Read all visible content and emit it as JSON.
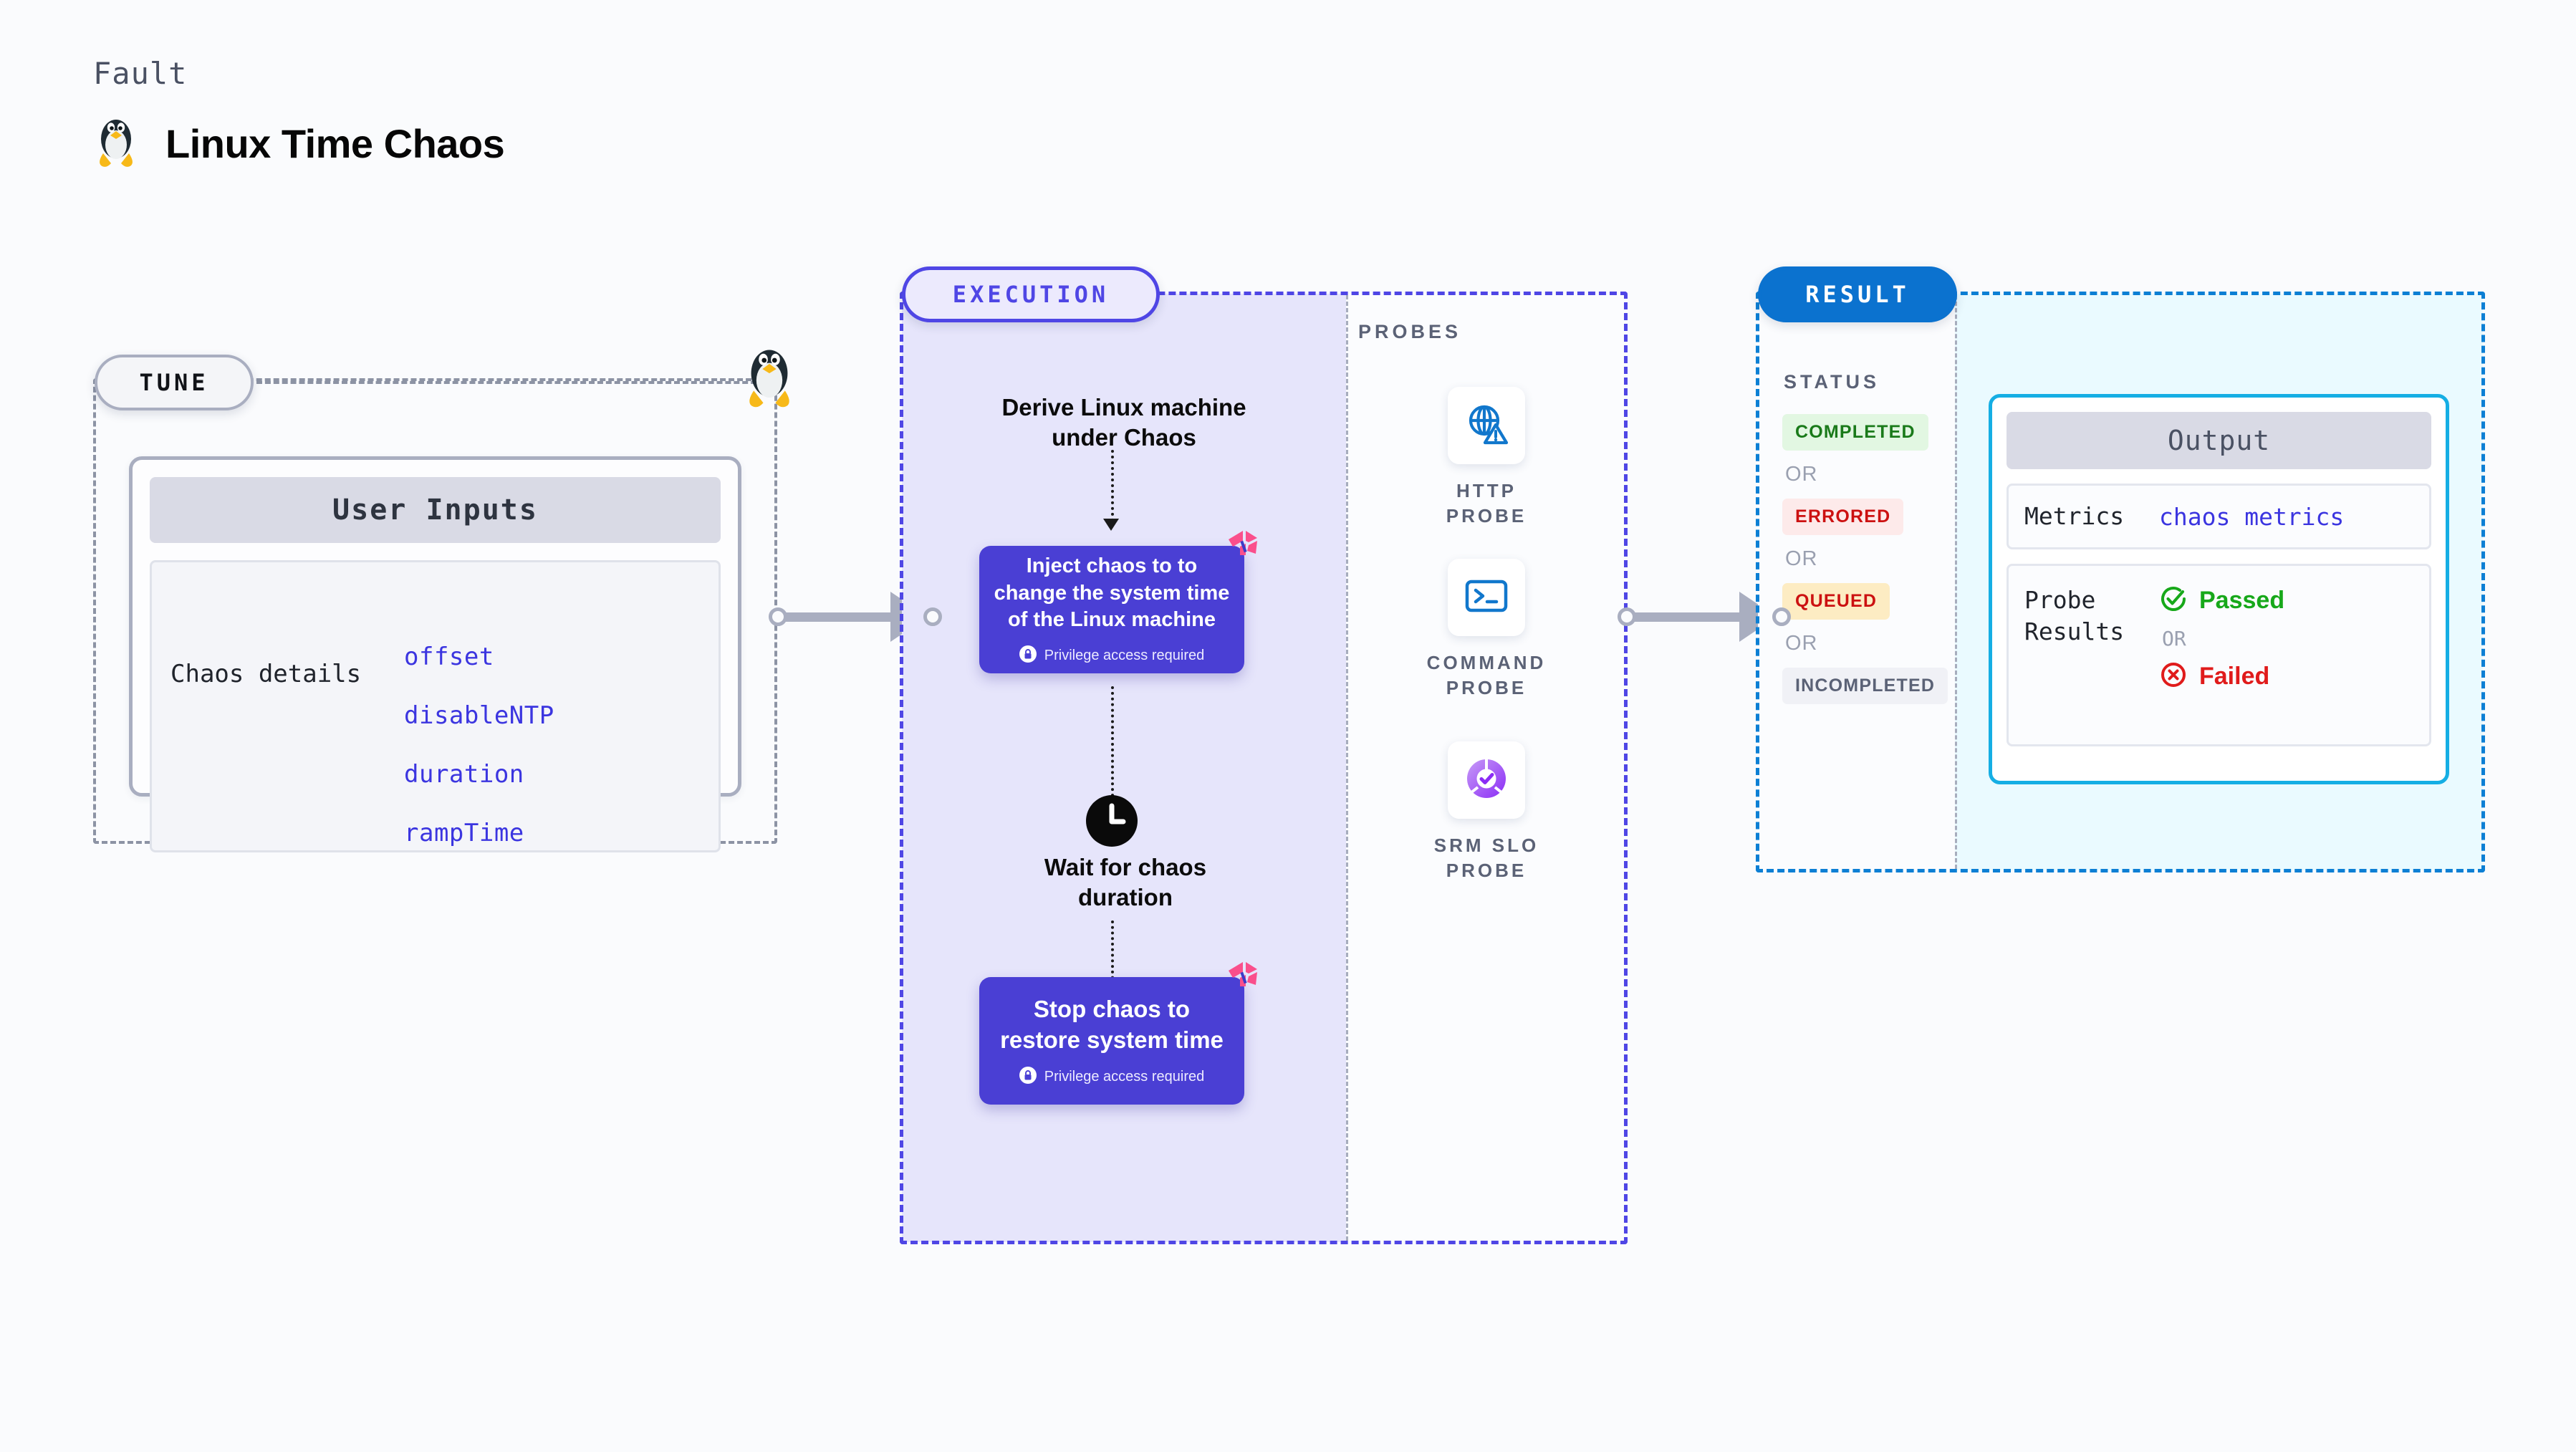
{
  "header": {
    "kicker": "Fault",
    "title": "Linux Time Chaos",
    "icon": "linux-penguin-icon"
  },
  "tune": {
    "pill_label": "TUNE",
    "card": {
      "header": "User Inputs",
      "row_label": "Chaos details",
      "params": [
        "offset",
        "disableNTP",
        "duration",
        "rampTime"
      ]
    }
  },
  "execution": {
    "pill_label": "EXECUTION",
    "steps": {
      "derive": "Derive Linux machine\nunder Chaos",
      "inject": "Inject chaos to to change the system time of the Linux machine",
      "inject_note": "Privilege access required",
      "wait": "Wait for chaos\nduration",
      "stop": "Stop chaos to restore system time",
      "stop_note": "Privilege access required"
    }
  },
  "probes": {
    "caption": "PROBES",
    "items": [
      {
        "label": "HTTP PROBE",
        "icon": "globe-warning-icon"
      },
      {
        "label": "COMMAND\nPROBE",
        "icon": "terminal-prompt-icon"
      },
      {
        "label": "SRM SLO\nPROBE",
        "icon": "slo-donut-check-icon"
      }
    ]
  },
  "result": {
    "pill_label": "RESULT",
    "status_caption": "STATUS",
    "or_label": "OR",
    "statuses": [
      {
        "label": "COMPLETED",
        "color": "#1a7a1a",
        "bg": "#e2f7e2"
      },
      {
        "label": "ERRORED",
        "color": "#cc1111",
        "bg": "#fdeaea"
      },
      {
        "label": "QUEUED",
        "color": "#cc1111",
        "bg": "#fdecc3"
      },
      {
        "label": "INCOMPLETED",
        "color": "#5b6276",
        "bg": "#f0f1f6"
      }
    ],
    "output": {
      "title": "Output",
      "metrics_key": "Metrics",
      "metrics_value": "chaos metrics",
      "probe_key": "Probe\nResults",
      "passed_label": "Passed",
      "failed_label": "Failed",
      "or_label": "OR"
    }
  },
  "colors": {
    "tune_border": "#8c93a4",
    "execution_border": "#4f46e5",
    "result_border": "#0c7fd4",
    "execution_fill": "#e6e5fb",
    "result_fill": "#eafaff",
    "chaos_card": "#4a3fd4",
    "param_link": "#3b35e0",
    "harness_mark": "#fa4f8c",
    "passed": "#17a81a",
    "failed": "#e01b1b"
  }
}
